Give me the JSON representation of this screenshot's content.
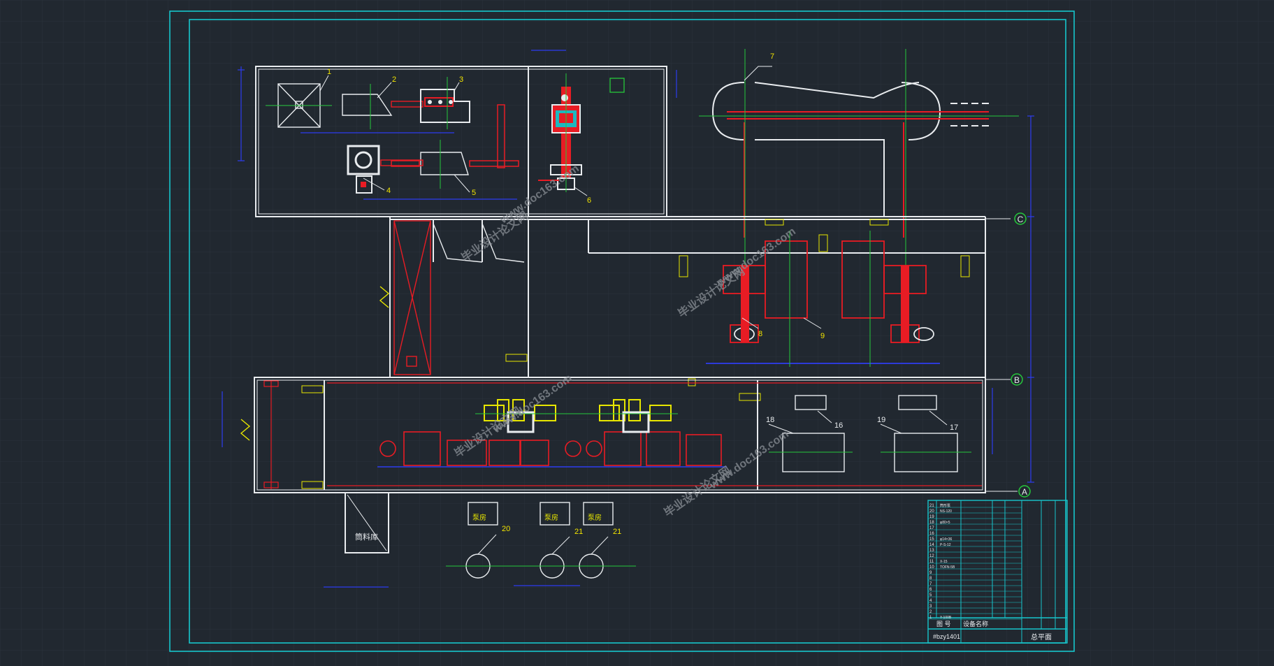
{
  "colors": {
    "background": "#212830",
    "grid": "#2a323b",
    "frame": "#17c5cc",
    "wall": "#e9ecef",
    "equipment": "#e81c24",
    "center_line": "#25c93b",
    "dimension": "#2e3cf0",
    "number_label": "#f2e400",
    "yellow_item": "#e7e600",
    "watermark": "#8a8f96"
  },
  "axes": {
    "a": "A",
    "b": "B",
    "c": "C"
  },
  "equipment_labels": [
    "1",
    "2",
    "3",
    "4",
    "5",
    "6",
    "7",
    "8",
    "9",
    "16",
    "17",
    "18",
    "19",
    "20",
    "21",
    "21"
  ],
  "rooms": {
    "storage": "筒料库",
    "pump_1": "泵房",
    "pump_2": "泵房",
    "pump_3": "泵房"
  },
  "watermarks": [
    "毕业设计论文网",
    "www.doc163.com",
    "毕业设计论文网",
    "www.doc163.com",
    "毕业设计论文网",
    "www.doc163.com",
    "毕业设计论文网",
    "www.doc163.com"
  ],
  "title_block": {
    "col_code": "图 号",
    "col_name": "设备名称",
    "drawing_no": "#bzy1401",
    "drawing_title": "总平面",
    "row_labels": [
      "21",
      "20",
      "19",
      "18",
      "17",
      "16",
      "15",
      "14",
      "13",
      "12",
      "11",
      "10",
      "9",
      "8",
      "7",
      "6",
      "5",
      "4",
      "3",
      "2",
      "1"
    ],
    "row_codes": [
      "筒形泵",
      "NS-120",
      "",
      "φ80×5",
      "",
      "",
      "φ14×36",
      "P-S-12",
      "",
      "",
      "X-15",
      "TOFN-5B",
      "",
      "",
      "",
      "",
      "",
      "",
      "",
      "",
      "Y-100B"
    ],
    "icons": {
      "equipment_icon": "ucs-icon"
    }
  }
}
